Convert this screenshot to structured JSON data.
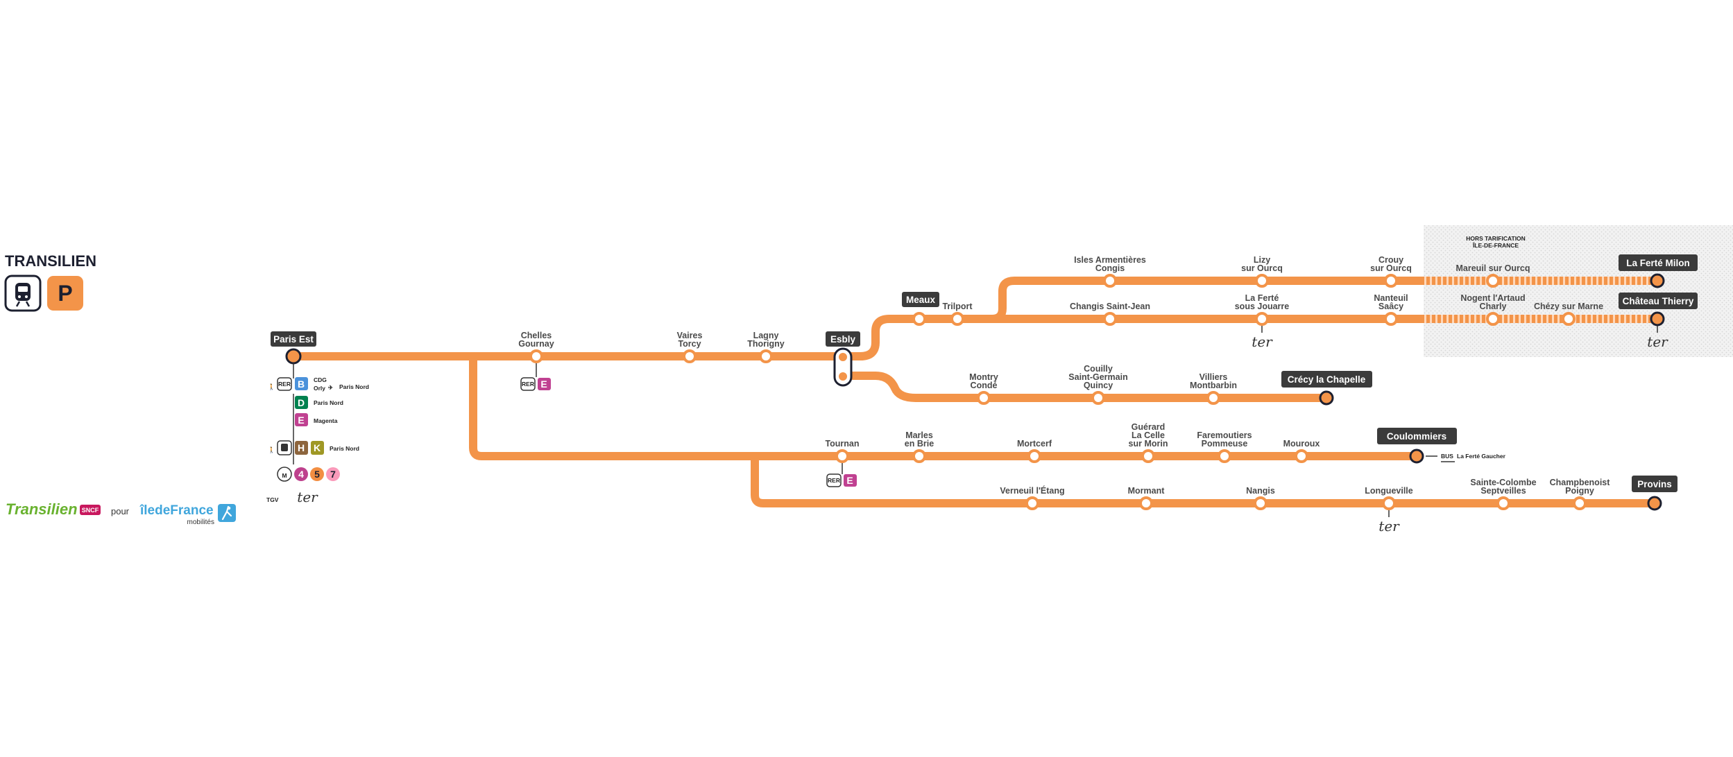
{
  "network_title": "TRANSILIEN",
  "mode_badge": "P",
  "line_color": "#f39449",
  "outside_zone_label": [
    "HORS TARIFICATION",
    "ÎLE-DE-FRANCE"
  ],
  "terminus": {
    "paris_est": "Paris Est",
    "esbly": "Esbly",
    "meaux": "Meaux",
    "la_ferte_milon": "La Ferté Milon",
    "chateau_thierry": "Château Thierry",
    "crecy": "Crécy la Chapelle",
    "coulommiers": "Coulommiers",
    "provins": "Provins"
  },
  "stations": {
    "chelles": [
      "Chelles",
      "Gournay"
    ],
    "vaires": [
      "Vaires",
      "Torcy"
    ],
    "lagny": [
      "Lagny",
      "Thorigny"
    ],
    "trilport": [
      "Trilport"
    ],
    "isles": [
      "Isles Armentières",
      "Congis"
    ],
    "lizy": [
      "Lizy",
      "sur Ourcq"
    ],
    "crouy": [
      "Crouy",
      "sur Ourcq"
    ],
    "mareuil": [
      "Mareuil sur Ourcq"
    ],
    "changis": [
      "Changis Saint-Jean"
    ],
    "la_ferte_sj": [
      "La Ferté",
      "sous Jouarre"
    ],
    "nanteuil": [
      "Nanteuil",
      "Saâcy"
    ],
    "nogent": [
      "Nogent l'Artaud",
      "Charly"
    ],
    "chezy": [
      "Chézy sur Marne"
    ],
    "montry": [
      "Montry",
      "Condé"
    ],
    "couilly": [
      "Couilly",
      "Saint-Germain",
      "Quincy"
    ],
    "villiers": [
      "Villiers",
      "Montbarbin"
    ],
    "tournan": [
      "Tournan"
    ],
    "marles": [
      "Marles",
      "en Brie"
    ],
    "mortcerf": [
      "Mortcerf"
    ],
    "guerard": [
      "Guérard",
      "La Celle",
      "sur Morin"
    ],
    "faremoutiers": [
      "Faremoutiers",
      "Pommeuse"
    ],
    "mouroux": [
      "Mouroux"
    ],
    "verneuil": [
      "Verneuil l'Étang"
    ],
    "mormant": [
      "Mormant"
    ],
    "nangis": [
      "Nangis"
    ],
    "longueville": [
      "Longueville"
    ],
    "sainte_colombe": [
      "Sainte-Colombe",
      "Septveilles"
    ],
    "champbenoist": [
      "Champbenoist",
      "Poigny"
    ]
  },
  "connections": {
    "rer_label": "RER",
    "rer_b": "B",
    "rer_d": "D",
    "rer_e": "E",
    "cdg": "CDG",
    "orly": "Orly",
    "paris_nord_1": "Paris Nord",
    "paris_nord_2": "Paris Nord",
    "magenta": "Magenta",
    "line_h": "H",
    "line_k": "K",
    "paris_nord_3": "Paris Nord",
    "metro_m": "M",
    "metro_4": "4",
    "metro_5": "5",
    "metro_7": "7",
    "tgv": "TGV",
    "ter": "ter",
    "bus": "BUS",
    "bus_dest": "La Ferté Gaucher"
  },
  "logos": {
    "transilien": "Transilien",
    "sncf": "SNCF",
    "pour": "pour",
    "idf_1": "îledeFrance",
    "idf_2": "mobilités"
  },
  "colors": {
    "rer_b": "#4b92db",
    "rer_d": "#00814f",
    "rer_e": "#c04191",
    "line_h": "#8d653d",
    "line_k": "#9f9825",
    "metro_4": "#be418d",
    "metro_5": "#f28e42",
    "metro_7": "#fa9aba",
    "dark_label": "#3b3b3b",
    "transilien_green": "#69b22f",
    "idf_blue": "#40a6dc"
  }
}
